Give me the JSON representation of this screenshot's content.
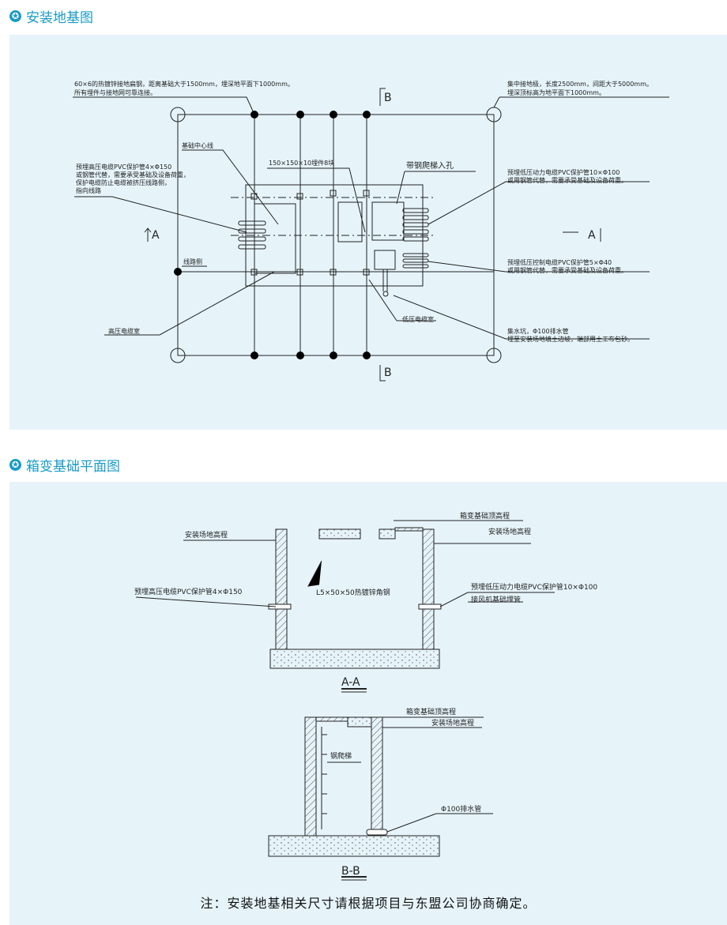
{
  "section1": {
    "title": "安装地基图",
    "notes": {
      "ground_steel": [
        "60×6的热镀锌接地扁钢，距离基础大于1500mm，埋深地平面下1000mm。",
        "所有埋件与接地网可靠连接。"
      ],
      "ground_rod": [
        "集中接地极，长度2500mm，间距大于5000mm。",
        "埋深顶标高为地平面下1000mm。"
      ],
      "center_line": "基础中心线",
      "embed_parts": "150×150×10埋件8块",
      "ladder_hole": "带钢爬梯入孔",
      "hv_pipe": [
        "预埋高压电缆PVC保护管4×Φ150",
        "或钢管代替，需要承受基础及设备荷重，",
        "保护电缆防止电缆被挤压线路侧，",
        "指向线路"
      ],
      "lv_power_pipe": [
        "预埋低压动力电缆PVC保护管10×Φ100",
        "或用钢管代替，需要承受基础及设备荷重。"
      ],
      "lv_ctrl_pipe": [
        "预埋低压控制电缆PVC保护管5×Φ40",
        "或用钢管代替，需要承受基础及设备荷重。"
      ],
      "line_side": "线路侧",
      "hv_room": "高压电缆室",
      "lv_room": "低压电缆室",
      "sump": [
        "集水坑，Φ100排水管",
        "埋至安装场地填土边坡，端部用土工布包砂。"
      ]
    },
    "markers": {
      "a": "A",
      "b": "B"
    }
  },
  "section2": {
    "title": "箱变基础平面图",
    "aa": {
      "site_level": "安装场地高程",
      "top_level": "箱变基础顶高程",
      "site_level_right": "安装场地高程",
      "hv_pipe": "预埋高压电缆PVC保护管4×Φ150",
      "angle_steel": "L5×50×50热镀锌角钢",
      "lv_pipe": "预埋低压动力电缆PVC保护管10×Φ100",
      "fan_pipe": "接风机基础埋管",
      "label": "A-A"
    },
    "bb": {
      "top_level": "箱变基础顶高程",
      "site_level": "安装场地高程",
      "ladder": "钢爬梯",
      "drain": "Φ100排水管",
      "label": "B-B"
    },
    "footnote": "注：安装地基相关尺寸请根据项目与东盟公司协商确定。"
  },
  "colors": {
    "accent": "#1a9bc7",
    "panel": "#e6f4fa",
    "line": "#222222"
  }
}
